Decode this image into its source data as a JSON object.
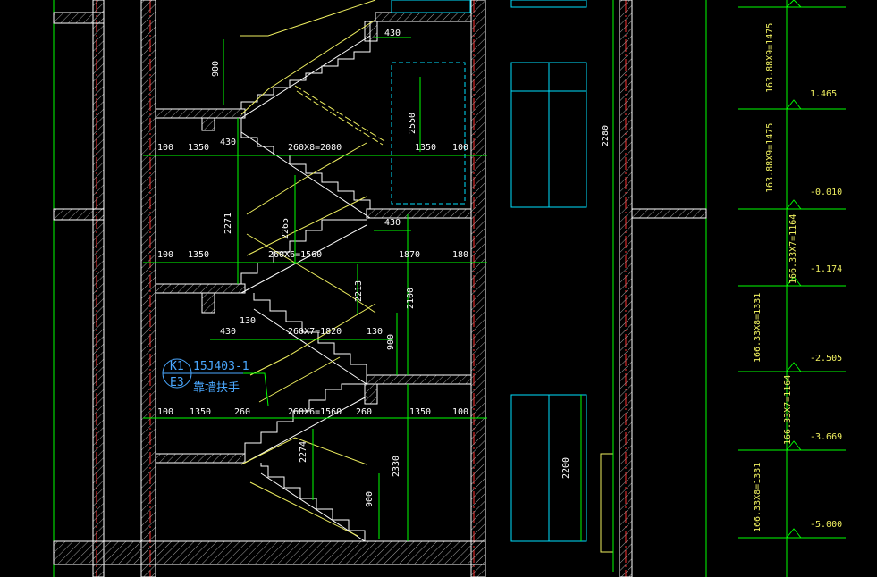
{
  "colors": {
    "background": "#000000",
    "wall": "#ffffff",
    "hatch": "#b0b0b0",
    "dimension": "#00ff00",
    "stair": "#ffff66",
    "window": "#00e0ff",
    "axis": "#ff3030",
    "annotation": "#4aa8ff"
  },
  "dimensions": {
    "d430a": "430",
    "d900a": "900",
    "d2550": "2550",
    "d100a": "100",
    "d1350a": "1350",
    "d430b": "430",
    "d260x8": "260X8=2080",
    "d1350b": "1350",
    "d100b": "100",
    "d2280": "2280",
    "d2271": "2271",
    "d2265": "2265",
    "d430c": "430",
    "d100c": "100",
    "d1350c": "1350",
    "d260x6a": "260X6=1560",
    "d1870": "1870",
    "d180": "180",
    "d2213": "2213",
    "d2100": "2100",
    "d130a": "130",
    "d430d": "430",
    "d260x7": "260X7=1820",
    "d130b": "130",
    "d900b": "900",
    "d100d": "100",
    "d1350d": "1350",
    "d260a": "260",
    "d260x6b": "260X6=1560",
    "d260b": "260",
    "d1350e": "1350",
    "d100e": "100",
    "d2274": "2274",
    "d2330": "2330",
    "d900c": "900",
    "d2200": "2200"
  },
  "levels": {
    "risers1": "163.88X9=1475",
    "elev1": "1.465",
    "risers2": "163.88X9=1475",
    "elev2": "-0.010",
    "risers3": "166.33X7=1164",
    "elev3": "-1.174",
    "risers4": "166.33X8=1331",
    "elev4": "-2.505",
    "risers5": "166.33X7=1164",
    "elev5": "-3.669",
    "risers6": "166.33X8=1331",
    "elev6": "-5.000"
  },
  "annotation": {
    "k1": "K1",
    "e3": "E3",
    "ref": "15J403-1",
    "label": "靠墙扶手"
  }
}
